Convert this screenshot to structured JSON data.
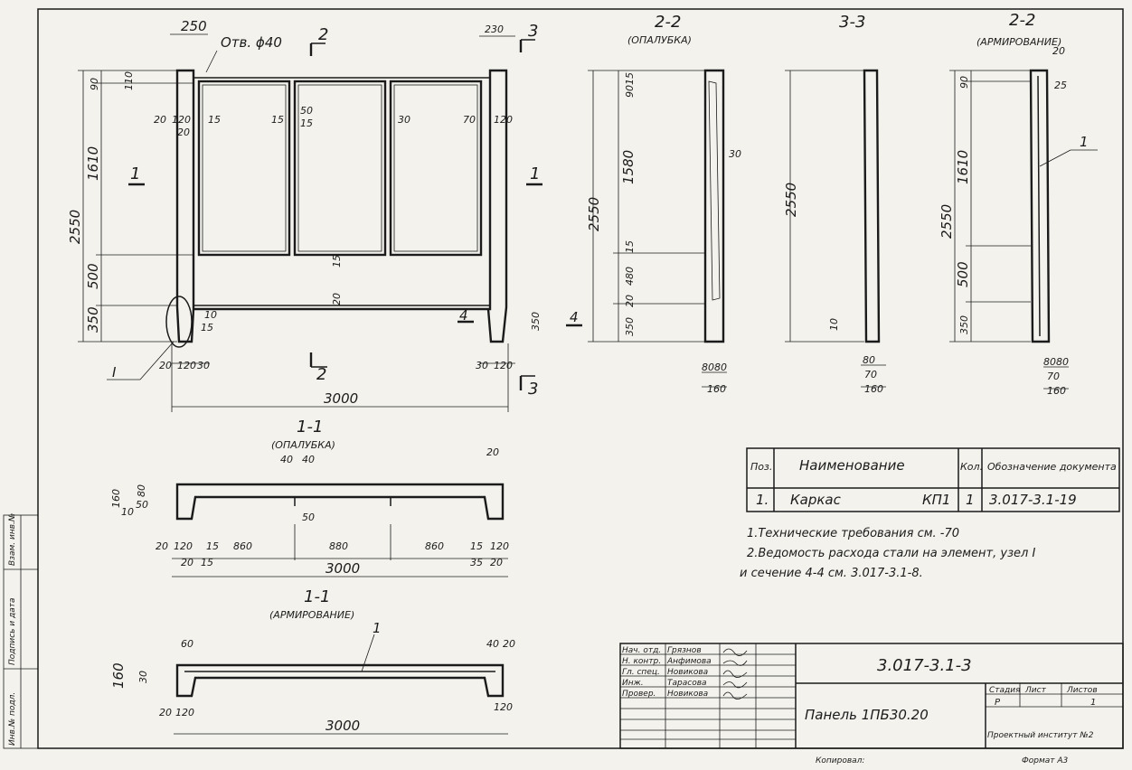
{
  "elevation": {
    "top_dims": [
      "250",
      "Отв. ϕ40",
      "230"
    ],
    "section_marks": [
      "2",
      "3",
      "1",
      "1",
      "2",
      "3",
      "4",
      "4"
    ],
    "left_dims": [
      "90",
      "110",
      "1610",
      "2550",
      "500",
      "350"
    ],
    "inner_dims": [
      "20",
      "120",
      "15",
      "15",
      "20",
      "15",
      "50",
      "15",
      "30",
      "70",
      "120",
      "15",
      "20",
      "10",
      "350"
    ],
    "bottom_dims": [
      "20",
      "120",
      "30",
      "30",
      "120",
      "3000"
    ],
    "node_mark": "I"
  },
  "section_22_formwork": {
    "title": "2-2",
    "subtitle": "(ОПАЛУБКА)",
    "dims": [
      "15",
      "90",
      "30",
      "1580",
      "2550",
      "15",
      "480",
      "20",
      "350",
      "80",
      "80",
      "160"
    ]
  },
  "section_33": {
    "title": "3-3",
    "dims": [
      "2550",
      "10",
      "80",
      "70",
      "160"
    ]
  },
  "section_22_reinf": {
    "title": "2-2",
    "subtitle": "(АРМИРОВАНИЕ)",
    "dims": [
      "20",
      "90",
      "25",
      "1610",
      "2550",
      "500",
      "350",
      "80",
      "80",
      "70",
      "160"
    ],
    "leader": "1"
  },
  "section_11_formwork": {
    "title": "1-1",
    "subtitle": "(ОПАЛУБКА)",
    "dims": [
      "40",
      "40",
      "20",
      "160",
      "10",
      "50",
      "80",
      "50",
      "20",
      "120",
      "15",
      "860",
      "880",
      "860",
      "15",
      "120",
      "20",
      "15",
      "35",
      "20",
      "3000"
    ]
  },
  "section_11_reinf": {
    "title": "1-1",
    "subtitle": "(АРМИРОВАНИЕ)",
    "dims": [
      "60",
      "40",
      "20",
      "30",
      "160",
      "120",
      "20",
      "120",
      "3000"
    ],
    "leader": "1"
  },
  "spec_table": {
    "headers": [
      "Поз.",
      "Наименование",
      "Кол.",
      "Обозначение документа"
    ],
    "rows": [
      [
        "1.",
        "Каркас",
        "КП1",
        "1",
        "3.017-3.1-19"
      ]
    ]
  },
  "notes": [
    "1.Технические требования см. -70",
    "2.Ведомость расхода стали на элемент, узел I",
    "и сечение 4-4 см. 3.017-3.1-8."
  ],
  "title_block": {
    "roles": [
      "Нач. отд.",
      "Н. контр.",
      "Гл. спец.",
      "Инж.",
      "Провер."
    ],
    "names": [
      "Грязнов",
      "Анфимова",
      "Новикова",
      "Тарасова",
      "Новикова"
    ],
    "doc_code": "3.017-3.1-3",
    "item_name": "Панель 1ПБ30.20",
    "stage_headers": [
      "Стадия",
      "Лист",
      "Листов"
    ],
    "stage_values": [
      "Р",
      "",
      "1"
    ],
    "org": "Проектный институт №2",
    "copied": "Копировал:",
    "format": "Формат А3"
  },
  "side_stamp": [
    "Инв.№ подл.",
    "Подпись и дата",
    "Взам. инв.№"
  ]
}
